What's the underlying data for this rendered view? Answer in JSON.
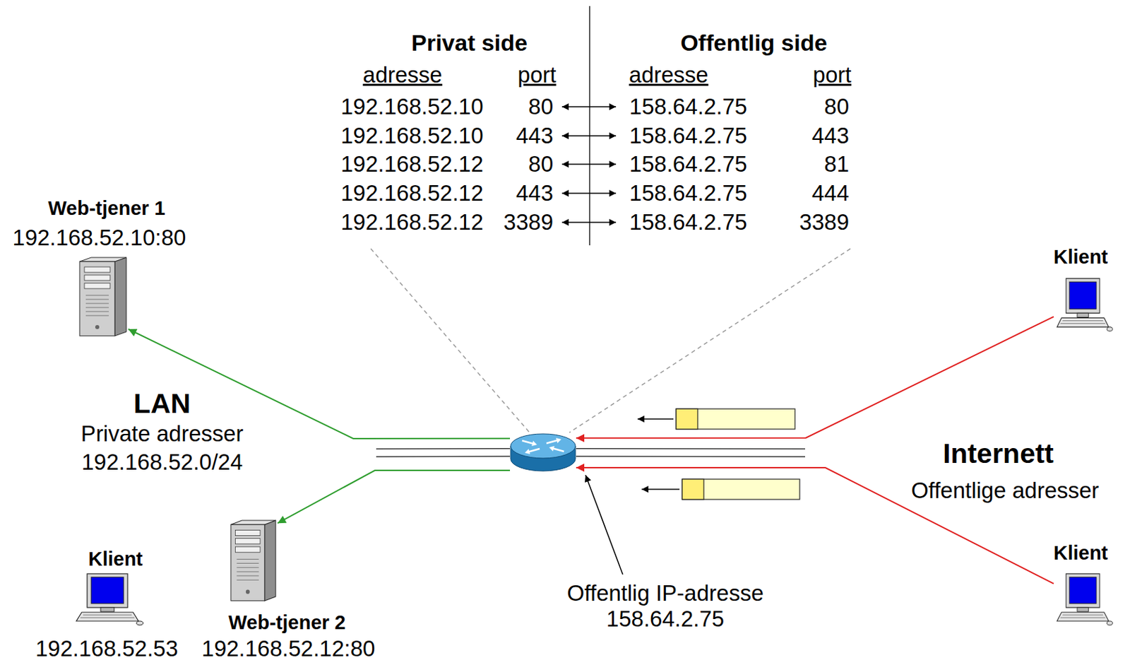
{
  "diagram": {
    "nodes": [
      {
        "text": [
          "Privat side",
          "Offentlig side"
        ]
      },
      {
        "text": [
          "LAN",
          "Private adresser",
          "192.168.52.0/24"
        ]
      },
      {
        "text": [
          "Web-tjener 1",
          "192.168.52.10:80"
        ],
        "in": 1
      },
      {
        "text": [
          "Web-tjener 2",
          "192.168.52.12:80"
        ],
        "in": 1
      },
      {
        "text": [
          "Klient",
          "192.168.52.53"
        ],
        "in": 1
      },
      {
        "text": [
          "Offentlig IP-adresse 158.64.2.75"
        ]
      },
      {
        "text": [
          "Internett",
          "Offentlige adresser"
        ]
      },
      {
        "text": [
          "Klient"
        ],
        "in": 6
      },
      {
        "text": [
          "Klient"
        ],
        "in": 6
      }
    ],
    "edges": [
      {
        "from": 5,
        "to": 2,
        "arrow": "to"
      },
      {
        "from": 5,
        "to": 3,
        "arrow": "to"
      },
      {
        "from": 7,
        "to": 5,
        "arrow": "to"
      },
      {
        "from": 8,
        "to": 5,
        "arrow": "to"
      },
      {
        "from": 1,
        "to": 5,
        "arrow": "none"
      },
      {
        "from": 5,
        "to": 6,
        "arrow": "none"
      }
    ],
    "labels": [
      "adresse",
      "port",
      "adresse",
      "port",
      "192.168.52.10",
      "80",
      "158.64.2.75",
      "80",
      "192.168.52.10",
      "443",
      "158.64.2.75",
      "443",
      "192.168.52.12",
      "80",
      "158.64.2.75",
      "81",
      "192.168.52.12",
      "443",
      "158.64.2.75",
      "444",
      "192.168.52.12",
      "3389",
      "158.64.2.75",
      "3389"
    ]
  }
}
